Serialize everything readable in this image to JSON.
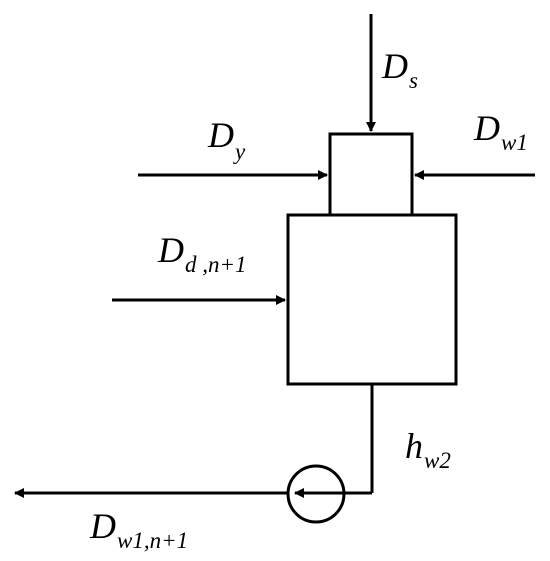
{
  "colors": {
    "stroke": "#000000",
    "background": "#ffffff"
  },
  "labels": {
    "steam_flow": {
      "main": "D",
      "sub": "s"
    },
    "flow_y": {
      "main": "D",
      "sub": "y"
    },
    "water_w1": {
      "main": "D",
      "sub": "w1"
    },
    "drain_flow": {
      "main": "D",
      "sub": "d ,n+1"
    },
    "enthalpy": {
      "main": "h",
      "sub": "w2"
    },
    "outlet_flow": {
      "main": "D",
      "sub": "w1,n+1"
    }
  },
  "icons": {
    "pump": "pump-circle-icon"
  }
}
